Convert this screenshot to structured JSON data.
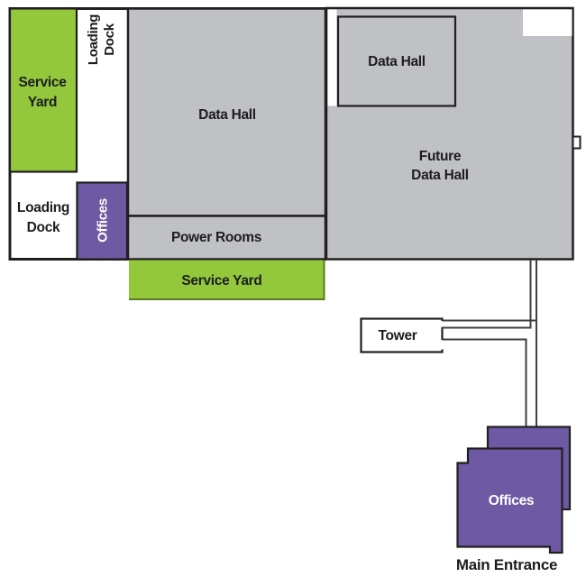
{
  "colors": {
    "gray": "#c0c1c5",
    "green": "#93c83d",
    "green_edge": "#5d7a22",
    "purple": "#6d59a4",
    "outline": "#231f20",
    "corridor_line": "#3f3f41",
    "text_dark": "#1d1d1f",
    "text_light": "#ffffff",
    "white": "#ffffff"
  },
  "floor_plan": {
    "service_yard_top": {
      "line1": "Service",
      "line2": "Yard"
    },
    "loading_dock_top": {
      "line1": "Loading",
      "line2": "Dock"
    },
    "main_data_hall": {
      "label": "Data Hall"
    },
    "small_data_hall": {
      "label": "Data Hall"
    },
    "future_data_hall": {
      "line1": "Future",
      "line2": "Data Hall"
    },
    "loading_dock_left": {
      "line1": "Loading",
      "line2": "Dock"
    },
    "offices_wing": {
      "label": "Offices"
    },
    "power_rooms": {
      "label": "Power Rooms"
    },
    "service_yard_bottom": {
      "label": "Service Yard"
    },
    "tower": {
      "label": "Tower"
    },
    "offices_building": {
      "label": "Offices"
    },
    "main_entrance": {
      "label": "Main Entrance"
    }
  }
}
